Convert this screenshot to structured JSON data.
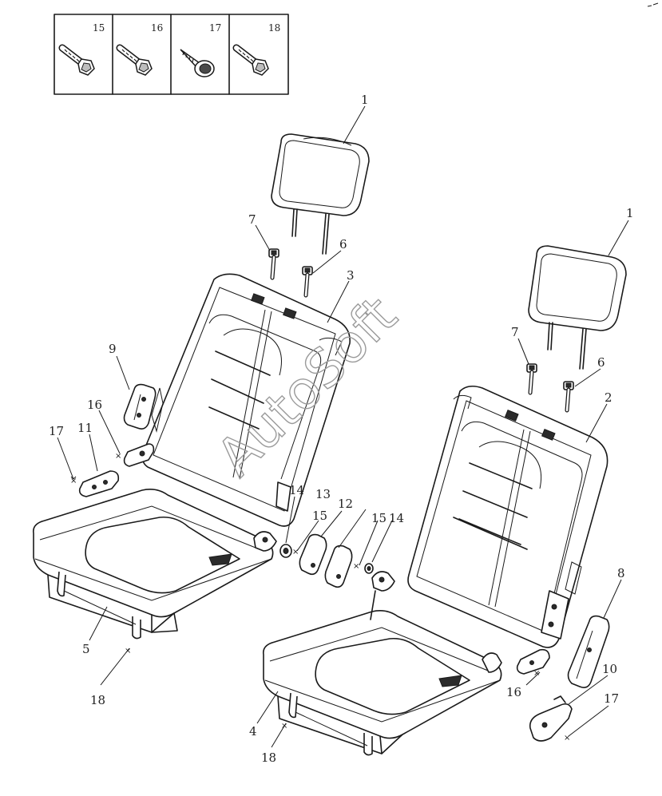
{
  "watermark": "AutoSoft",
  "fastener_box": {
    "cells": [
      {
        "label": "15",
        "icon": "hex-flange-bolt-icon"
      },
      {
        "label": "16",
        "icon": "hex-flange-bolt-icon"
      },
      {
        "label": "17",
        "icon": "self-tapping-screw-icon"
      },
      {
        "label": "18",
        "icon": "hex-flange-bolt-icon"
      }
    ]
  },
  "callouts": [
    {
      "id": "left-headrest",
      "label": "1"
    },
    {
      "id": "right-headrest",
      "label": "1"
    },
    {
      "id": "right-seatback",
      "label": "2"
    },
    {
      "id": "left-seatback",
      "label": "3"
    },
    {
      "id": "right-cushion",
      "label": "4"
    },
    {
      "id": "left-cushion",
      "label": "5"
    },
    {
      "id": "left-guide-6",
      "label": "6"
    },
    {
      "id": "right-guide-6",
      "label": "6"
    },
    {
      "id": "left-guide-7",
      "label": "7"
    },
    {
      "id": "right-guide-7",
      "label": "7"
    },
    {
      "id": "right-hinge-cover",
      "label": "8"
    },
    {
      "id": "left-hinge-cover",
      "label": "9"
    },
    {
      "id": "right-lower-cover",
      "label": "10"
    },
    {
      "id": "left-lower-cover",
      "label": "11"
    },
    {
      "id": "center-cover-12",
      "label": "12"
    },
    {
      "id": "center-cover-13",
      "label": "13"
    },
    {
      "id": "center-washer-14a",
      "label": "14"
    },
    {
      "id": "center-washer-14b",
      "label": "14"
    },
    {
      "id": "center-bolt-15a",
      "label": "15"
    },
    {
      "id": "center-bolt-15b",
      "label": "15"
    },
    {
      "id": "left-bolt-16",
      "label": "16"
    },
    {
      "id": "right-bolt-16",
      "label": "16"
    },
    {
      "id": "left-screw-17",
      "label": "17"
    },
    {
      "id": "right-screw-17",
      "label": "17"
    },
    {
      "id": "left-bolt-18",
      "label": "18"
    },
    {
      "id": "right-bolt-18",
      "label": "18"
    }
  ]
}
